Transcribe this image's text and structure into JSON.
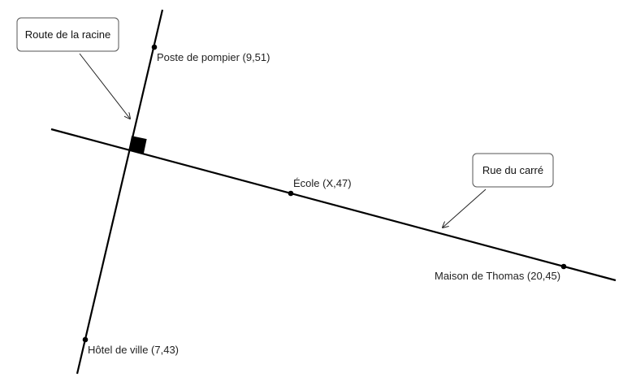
{
  "diagram": {
    "roads": {
      "route_racine": "Route de la racine",
      "rue_carre": "Rue du carré"
    },
    "points": {
      "poste": "Poste de pompier (9,51)",
      "ecole": "École (X,47)",
      "maison": "Maison de Thomas (20,45)",
      "hotel": "Hôtel de ville (7,43)"
    },
    "colors": {
      "line": "#000000",
      "callout_border": "#555555"
    }
  }
}
